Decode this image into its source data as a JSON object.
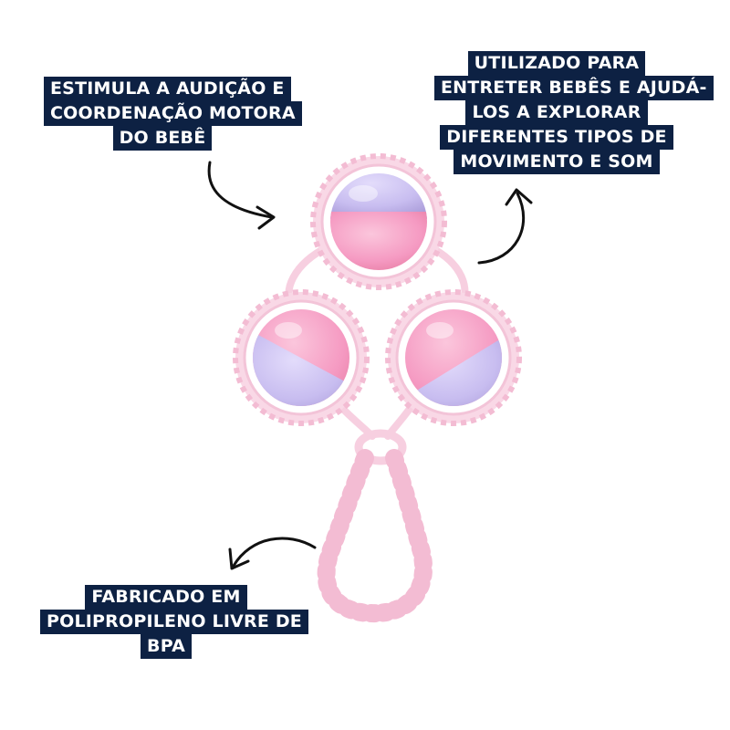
{
  "callouts": {
    "hearing": [
      "ESTIMULA A AUDIÇÃO E",
      "COORDENAÇÃO MOTORA",
      "DO BEBÊ"
    ],
    "entertain": [
      "UTILIZADO PARA",
      "ENTRETER BEBÊS E AJUDÁ-",
      "LOS A EXPLORAR",
      "DIFERENTES TIPOS DE",
      "MOVIMENTO E SOM"
    ],
    "material": [
      "FABRICADO EM",
      "POLIPROPILENO LIVRE DE",
      "BPA"
    ]
  },
  "colors": {
    "label_bg": "#0d2143",
    "label_text": "#ffffff",
    "frame_pink": "#f7cfe0",
    "ball_pink": "#f59ac2",
    "ball_lilac": "#c8bdf0",
    "arrow": "#111111"
  },
  "icons": [
    "curved-arrow-icon",
    "rattle-product-image"
  ]
}
